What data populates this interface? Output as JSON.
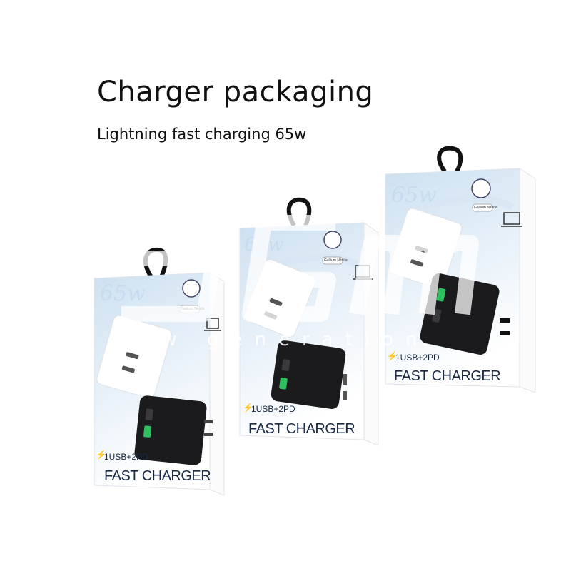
{
  "header": {
    "title": "Charger packaging",
    "subtitle": "Lightning fast charging 65w"
  },
  "box": {
    "watt_label": "65w",
    "ports_label": "1USB+2PD",
    "product_label": "FAST CHARGER",
    "badge_label": "Gallium Nitride"
  },
  "watermark": {
    "subtitle": "new generation"
  },
  "colors": {
    "box_top": "#cfe2f2",
    "box_bottom": "#ffffff",
    "charger_black": "#1b1b1d",
    "port_green": "#2fbf5f",
    "hanger": "#111111"
  }
}
